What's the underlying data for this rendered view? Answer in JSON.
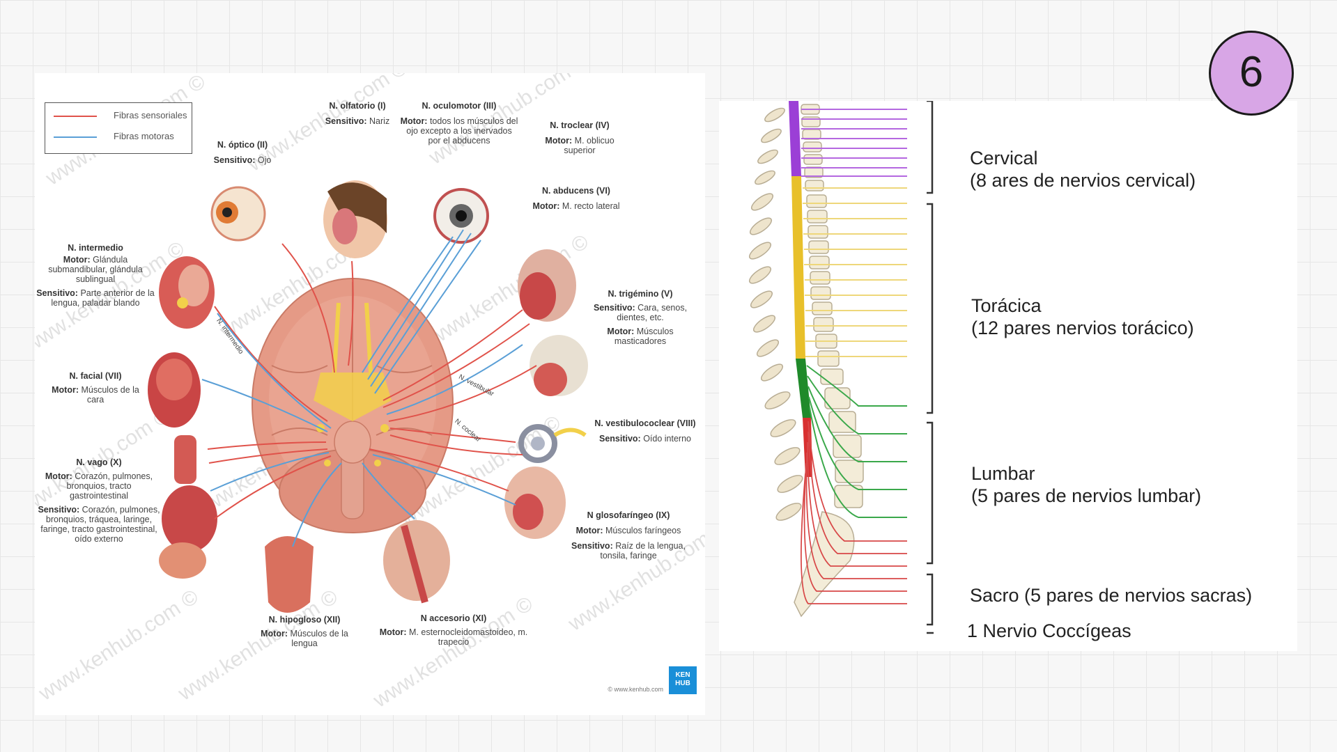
{
  "badge": {
    "number": "6"
  },
  "legend": {
    "sensory": {
      "label": "Fibras sensoriales",
      "color": "#e0524a"
    },
    "motor": {
      "label": "Fibras motoras",
      "color": "#5a9fd6"
    }
  },
  "watermark": "www.kenhub.com ©",
  "cranial_nerves": {
    "olfactory": {
      "title": "N. olfatorio (I)",
      "line1_key": "Sensitivo:",
      "line1": " Nariz"
    },
    "optic": {
      "title": "N. óptico (II)",
      "line1_key": "Sensitivo:",
      "line1": " Ojo"
    },
    "oculomotor": {
      "title": "N. oculomotor (III)",
      "line1_key": "Motor:",
      "line1": " todos los músculos del ojo excepto a los inervados por el abducens"
    },
    "trochlear": {
      "title": "N. troclear (IV)",
      "line1_key": "Motor:",
      "line1": " M. oblicuo superior"
    },
    "abducens": {
      "title": "N. abducens (VI)",
      "line1_key": "Motor:",
      "line1": " M. recto lateral"
    },
    "intermediate": {
      "title": "N. intermedio",
      "line1_key": "Motor:",
      "line1": " Glándula submandibular, glándula sublingual",
      "line2_key": "Sensitivo:",
      "line2": " Parte anterior de la lengua, paladar blando"
    },
    "trigeminal": {
      "title": "N. trigémino (V)",
      "line1_key": "Sensitivo:",
      "line1": " Cara, senos, dientes, etc.",
      "line2_key": "Motor:",
      "line2": " Músculos masticadores"
    },
    "facial": {
      "title": "N. facial (VII)",
      "line1_key": "Motor:",
      "line1": " Músculos de la cara"
    },
    "vestibulocochlear": {
      "title": "N. vestibulococlear (VIII)",
      "line1_key": "Sensitivo:",
      "line1": " Oído interno"
    },
    "vagus": {
      "title": "N. vago (X)",
      "line1_key": "Motor:",
      "line1": " Corazón, pulmones, bronquios, tracto gastrointestinal",
      "line2_key": "Sensitivo:",
      "line2": " Corazón, pulmones, bronquios, tráquea, laringe, faringe, tracto gastrointestinal, oído externo"
    },
    "glossopharyngeal": {
      "title": "N glosofaríngeo (IX)",
      "line1_key": "Motor:",
      "line1": " Músculos faríngeos",
      "line2_key": "Sensitivo:",
      "line2": " Raíz de la lengua, tonsila, faringe"
    },
    "hypoglossal": {
      "title": "N. hipogloso (XII)",
      "line1_key": "Motor:",
      "line1": " Músculos de la lengua"
    },
    "accessory": {
      "title": "N accesorio (XI)",
      "line1_key": "Motor:",
      "line1": " M. esternocleidomastoideo, m. trapecio"
    }
  },
  "nerve_path_labels": {
    "intermedio": "N. intermedio",
    "vestibular": "N. vestibular",
    "coclear": "N. coclear"
  },
  "kenhub": {
    "logo_top": "KEN",
    "logo_bottom": "HUB",
    "url": "© www.kenhub.com"
  },
  "spine_regions": {
    "cervical": {
      "name": "Cervical",
      "detail": "(8 ares de nervios cervical)",
      "color": "#9b3fd6"
    },
    "thoracic": {
      "name": "Torácica",
      "detail": "(12 pares nervios torácico)",
      "color": "#e8c02a"
    },
    "lumbar": {
      "name": "Lumbar",
      "detail": "(5 pares de nervios lumbar)",
      "color": "#1f8a2a"
    },
    "sacral": {
      "name": "Sacro (5 pares de nervios sacras)",
      "color": "#d83030"
    },
    "coccygeal": {
      "name": "1 Nervio Coccígeas"
    }
  }
}
